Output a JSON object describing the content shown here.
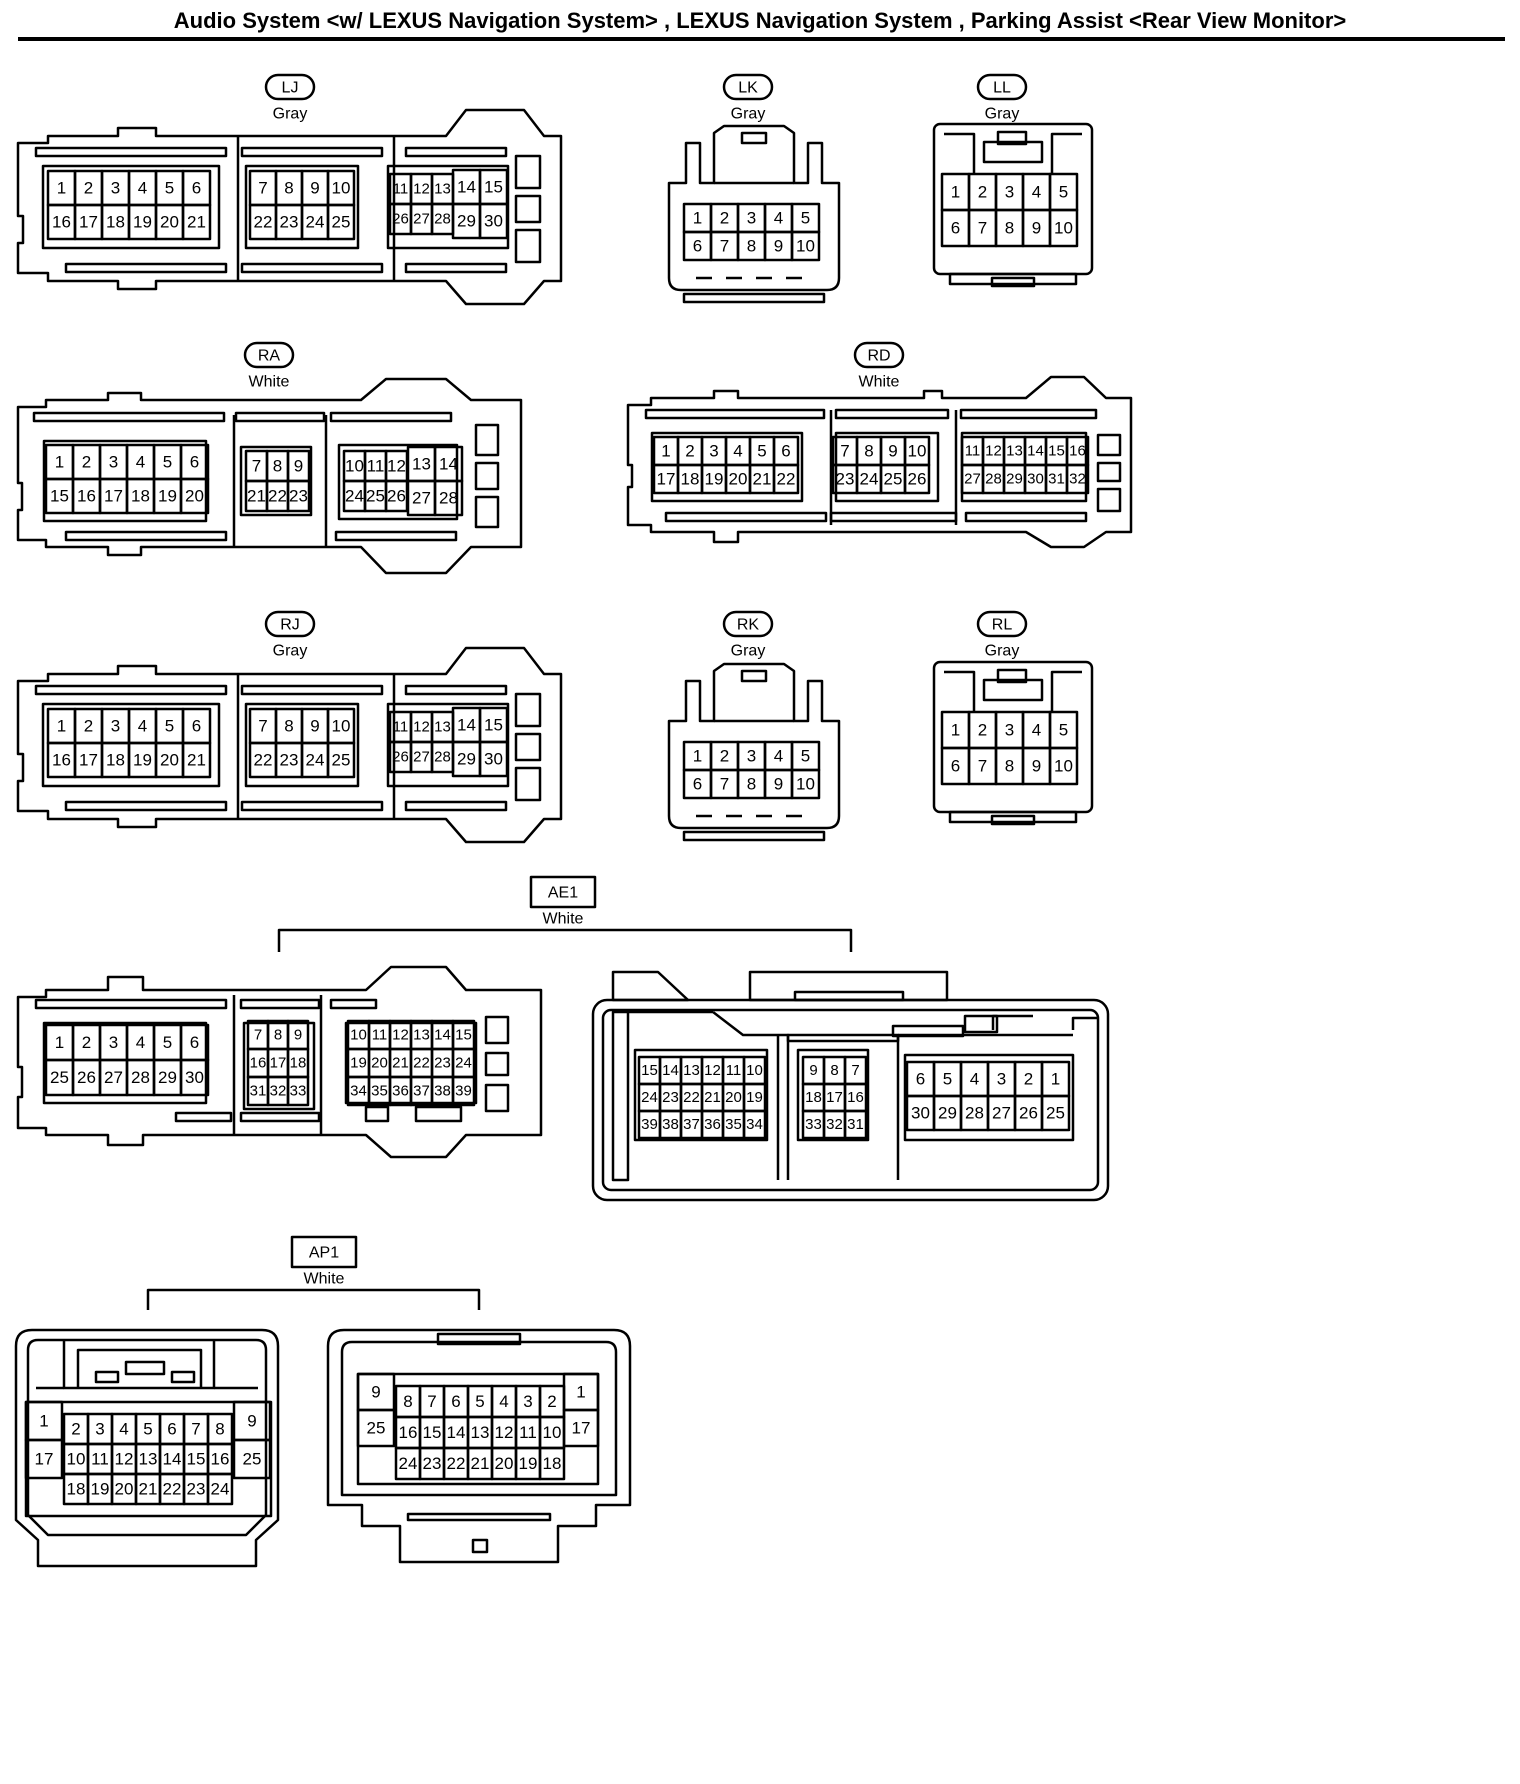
{
  "title": "Audio System <w/ LEXUS Navigation System> , LEXUS Navigation System , Parking Assist <Rear View Monitor>",
  "connectors": {
    "LJ": {
      "label": "LJ",
      "color": "Gray",
      "pins": [
        "1",
        "2",
        "3",
        "4",
        "5",
        "6",
        "7",
        "8",
        "9",
        "10",
        "11",
        "12",
        "13",
        "14",
        "15",
        "16",
        "17",
        "18",
        "19",
        "20",
        "21",
        "22",
        "23",
        "24",
        "25",
        "26",
        "27",
        "28",
        "29",
        "30"
      ]
    },
    "LK": {
      "label": "LK",
      "color": "Gray",
      "pins": [
        "1",
        "2",
        "3",
        "4",
        "5",
        "6",
        "7",
        "8",
        "9",
        "10"
      ]
    },
    "LL": {
      "label": "LL",
      "color": "Gray",
      "pins": [
        "1",
        "2",
        "3",
        "4",
        "5",
        "6",
        "7",
        "8",
        "9",
        "10"
      ]
    },
    "RA": {
      "label": "RA",
      "color": "White",
      "pins": [
        "1",
        "2",
        "3",
        "4",
        "5",
        "6",
        "7",
        "8",
        "9",
        "10",
        "11",
        "12",
        "13",
        "14",
        "15",
        "16",
        "17",
        "18",
        "19",
        "20",
        "21",
        "22",
        "23",
        "24",
        "25",
        "26",
        "27",
        "28"
      ]
    },
    "RD": {
      "label": "RD",
      "color": "White",
      "pins": [
        "1",
        "2",
        "3",
        "4",
        "5",
        "6",
        "7",
        "8",
        "9",
        "10",
        "11",
        "12",
        "13",
        "14",
        "15",
        "16",
        "17",
        "18",
        "19",
        "20",
        "21",
        "22",
        "23",
        "24",
        "25",
        "26",
        "27",
        "28",
        "29",
        "30",
        "31",
        "32"
      ]
    },
    "RJ": {
      "label": "RJ",
      "color": "Gray",
      "pins": [
        "1",
        "2",
        "3",
        "4",
        "5",
        "6",
        "7",
        "8",
        "9",
        "10",
        "11",
        "12",
        "13",
        "14",
        "15",
        "16",
        "17",
        "18",
        "19",
        "20",
        "21",
        "22",
        "23",
        "24",
        "25",
        "26",
        "27",
        "28",
        "29",
        "30"
      ]
    },
    "RK": {
      "label": "RK",
      "color": "Gray",
      "pins": [
        "1",
        "2",
        "3",
        "4",
        "5",
        "6",
        "7",
        "8",
        "9",
        "10"
      ]
    },
    "RL": {
      "label": "RL",
      "color": "Gray",
      "pins": [
        "1",
        "2",
        "3",
        "4",
        "5",
        "6",
        "7",
        "8",
        "9",
        "10"
      ]
    },
    "AE1": {
      "label": "AE1",
      "color": "White",
      "pins": [
        "1",
        "2",
        "3",
        "4",
        "5",
        "6",
        "7",
        "8",
        "9",
        "10",
        "11",
        "12",
        "13",
        "14",
        "15",
        "16",
        "17",
        "18",
        "19",
        "20",
        "21",
        "22",
        "23",
        "24",
        "25",
        "26",
        "27",
        "28",
        "29",
        "30",
        "31",
        "32",
        "33",
        "34",
        "35",
        "36",
        "37",
        "38",
        "39"
      ]
    },
    "AP1": {
      "label": "AP1",
      "color": "White",
      "pins": [
        "1",
        "2",
        "3",
        "4",
        "5",
        "6",
        "7",
        "8",
        "9",
        "10",
        "11",
        "12",
        "13",
        "14",
        "15",
        "16",
        "17",
        "18",
        "19",
        "20",
        "21",
        "22",
        "23",
        "24",
        "25"
      ]
    }
  }
}
